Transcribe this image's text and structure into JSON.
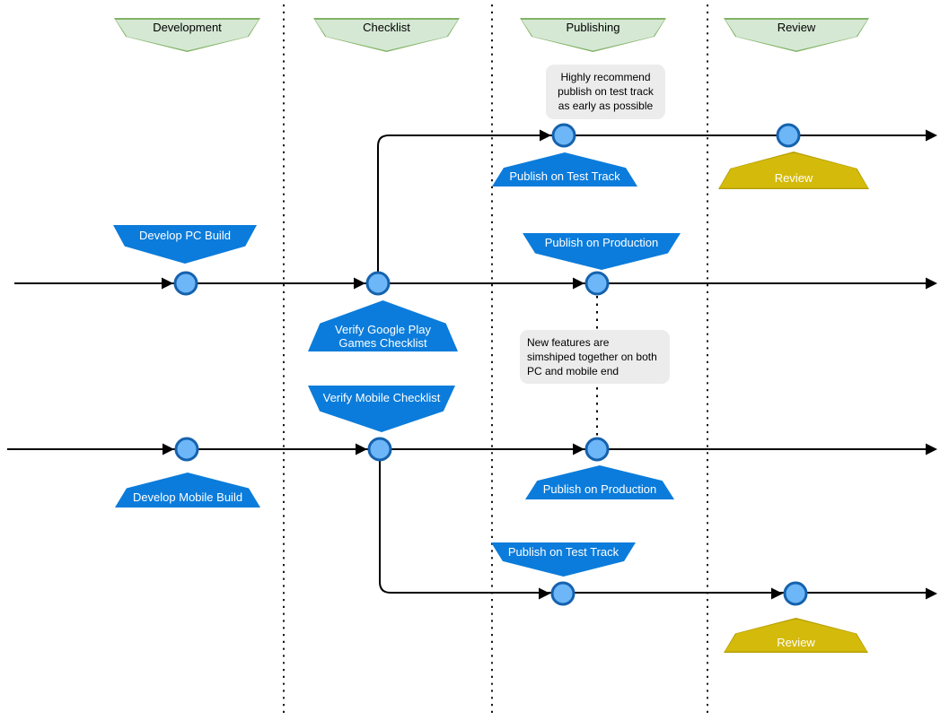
{
  "diagram_type": "release-pipeline-swimlane-flowchart",
  "phases": [
    {
      "label": "Development"
    },
    {
      "label": "Checklist"
    },
    {
      "label": "Publishing"
    },
    {
      "label": "Review"
    }
  ],
  "banners": {
    "develop_pc": {
      "label": "Develop PC Build"
    },
    "develop_mobile": {
      "label": "Develop Mobile Build"
    },
    "verify_gpg": {
      "label": "Verify Google Play\nGames Checklist"
    },
    "verify_mobile": {
      "label": "Verify Mobile Checklist"
    },
    "publish_test_top": {
      "label": "Publish on Test Track"
    },
    "publish_test_bottom": {
      "label": "Publish on Test Track"
    },
    "publish_prod_top": {
      "label": "Publish on Production"
    },
    "publish_prod_bottom": {
      "label": "Publish on Production"
    },
    "review_top": {
      "label": "Review"
    },
    "review_bottom": {
      "label": "Review"
    }
  },
  "notes": [
    {
      "text": "Highly recommend\npublish on test track\nas early as possible"
    },
    {
      "text": "New features are\nsimshiped together on both\nPC and mobile end"
    }
  ],
  "colors": {
    "background": "#ffffff",
    "line": "#000000",
    "phase_fill": "#d5e8d4",
    "phase_stroke": "#82b366",
    "action_blue": "#0b7cdb",
    "review_fill": "#d4ba0b",
    "review_stroke": "#b7a000",
    "node_fill": "#6db6f7",
    "node_stroke": "#1562ae",
    "note_bg": "#ececec",
    "text_on_blue": "#ffffff",
    "text_on_yellow": "#ffffff",
    "text_dark": "#000000"
  }
}
